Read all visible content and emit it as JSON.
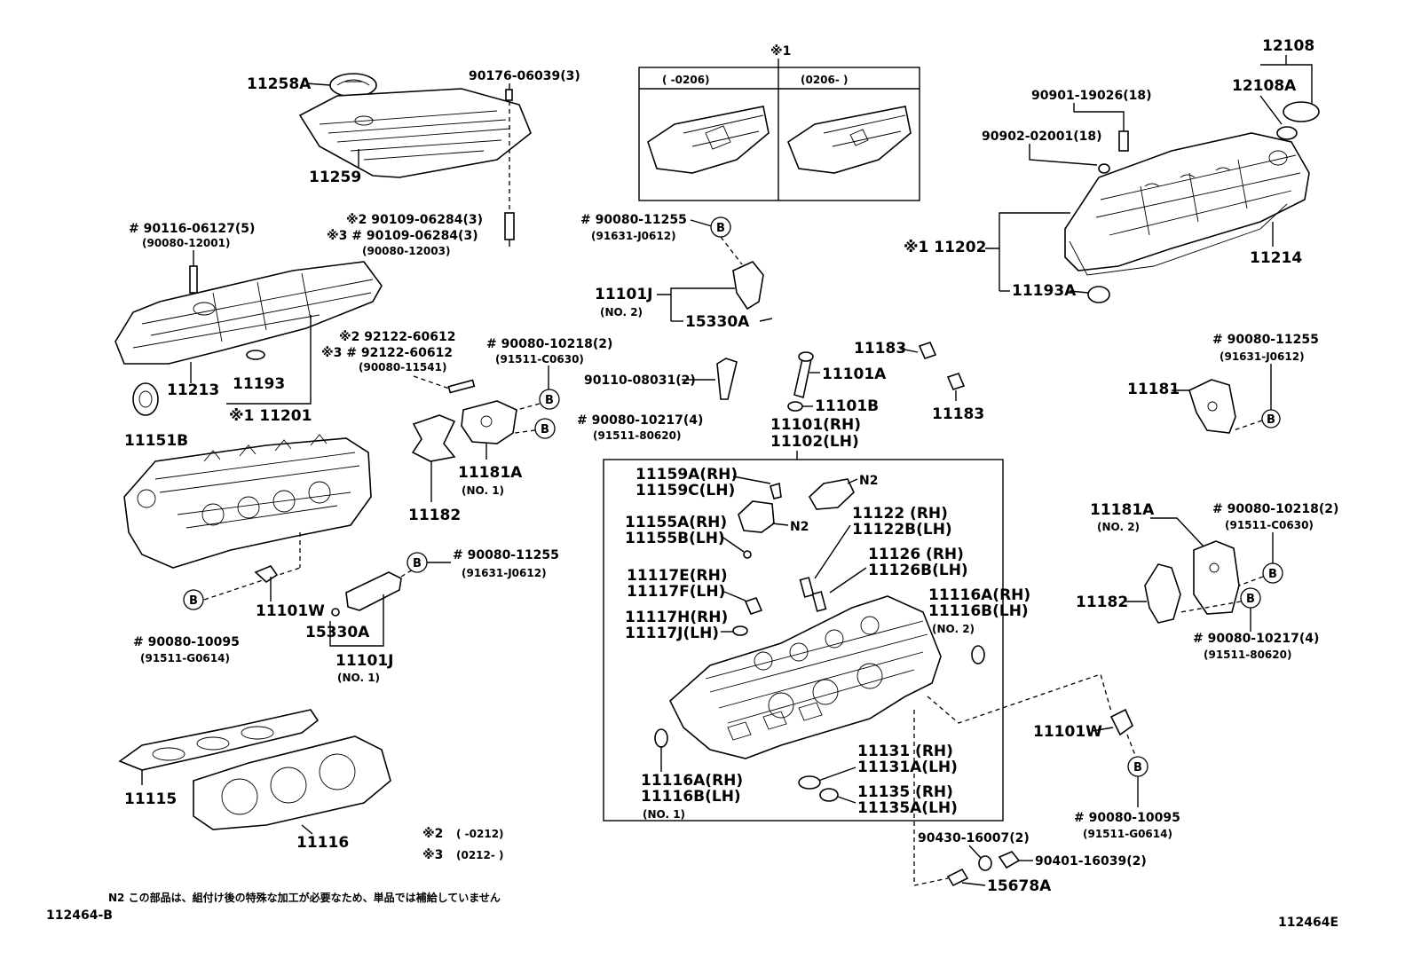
{
  "diagram_id_left": "112464-B",
  "diagram_id_right": "112464E",
  "footnote": "N2 この部品は、組付け後の特殊な加工が必要なため、単品では補給していません",
  "b_marker": "B",
  "inset": {
    "title": "※1",
    "left_range": "(      -0206)",
    "right_range": "(0206-        )"
  },
  "legend": {
    "note2_mark": "※2",
    "note2_range": "(        -0212)",
    "note3_mark": "※3",
    "note3_range": "(0212-        )"
  },
  "labels": {
    "p11258A": "11258A",
    "p90176": "90176-06039(3)",
    "p11259": "11259",
    "p90116": "# 90116-06127(5)",
    "p90080_12001": "(90080-12001)",
    "p90109a": "※2 90109-06284(3)",
    "p90109b": "※3 # 90109-06284(3)",
    "p90080_12003": "(90080-12003)",
    "p11213": "11213",
    "p11193": "11193",
    "p11201": "※1 11201",
    "p11151B": "11151B",
    "p92122a": "※2 92122-60612",
    "p92122b": "※3 # 92122-60612",
    "p90080_11541": "(90080-11541)",
    "p90080_10218": "# 90080-10218(2)",
    "p91511_C0630": "(91511-C0630)",
    "p90080_10217": "# 90080-10217(4)",
    "p91511_80620": "(91511-80620)",
    "p11181A": "11181A",
    "p11181A_no": "(NO. 1)",
    "p11182": "11182",
    "p90080_11255": "# 90080-11255",
    "p91631_J0612": "(91631-J0612)",
    "p11101W": "11101W",
    "p15330A": "15330A",
    "p11101J": "11101J",
    "p11101J_no": "(NO. 1)",
    "p90080_10095": "# 90080-10095",
    "p91511_G0614": "(91511-G0614)",
    "p11115": "11115",
    "p11116": "11116",
    "p90080_11255_top": "# 90080-11255",
    "p91631_J0612_top": "(91631-J0612)",
    "p11101J_top": "11101J",
    "p11101J_top_no": "(NO. 2)",
    "p15330A_top": "15330A",
    "p90110": "90110-08031(2)",
    "p11101A": "11101A",
    "p11101B": "11101B",
    "p11183a": "11183",
    "p11183b": "11183",
    "p11101RH": "11101(RH)",
    "p11102LH": "11102(LH)",
    "p11159A": "11159A(RH)",
    "p11159C": "11159C(LH)",
    "pN2a": "N2",
    "pN2b": "N2",
    "p11155A": "11155A(RH)",
    "p11155B": "11155B(LH)",
    "p11122": "11122 (RH)",
    "p11122B": "11122B(LH)",
    "p11126": "11126 (RH)",
    "p11126B": "11126B(LH)",
    "p11117E": "11117E(RH)",
    "p11117F": "11117F(LH)",
    "p11117H": "11117H(RH)",
    "p11117J": "11117J(LH)",
    "p11116A_top": "11116A(RH)",
    "p11116B_top": "11116B(LH)",
    "p11116_top_no": "(NO. 2)",
    "p11116A_bot": "11116A(RH)",
    "p11116B_bot": "11116B(LH)",
    "p11116_bot_no": "(NO. 1)",
    "p11131": "11131 (RH)",
    "p11131A": "11131A(LH)",
    "p11135": "11135 (RH)",
    "p11135A": "11135A(LH)",
    "p90430": "90430-16007(2)",
    "p90401": "90401-16039(2)",
    "p15678A": "15678A",
    "p12108": "12108",
    "p12108A": "12108A",
    "p90901": "90901-19026(18)",
    "p90902": "90902-02001(18)",
    "p11202": "※1 11202",
    "p11214": "11214",
    "p11193A": "11193A",
    "p90080_11255_r": "# 90080-11255",
    "p91631_J0612_r": "(91631-J0612)",
    "p11181": "11181",
    "p11181A_r": "11181A",
    "p11181A_r_no": "(NO. 2)",
    "p90080_10218_r": "# 90080-10218(2)",
    "p91511_C0630_r": "(91511-C0630)",
    "p11182_r": "11182",
    "p90080_10217_r": "# 90080-10217(4)",
    "p91511_80620_r": "(91511-80620)",
    "p11101W_r": "11101W",
    "p90080_10095_r": "# 90080-10095",
    "p91511_G0614_r": "(91511-G0614)"
  }
}
